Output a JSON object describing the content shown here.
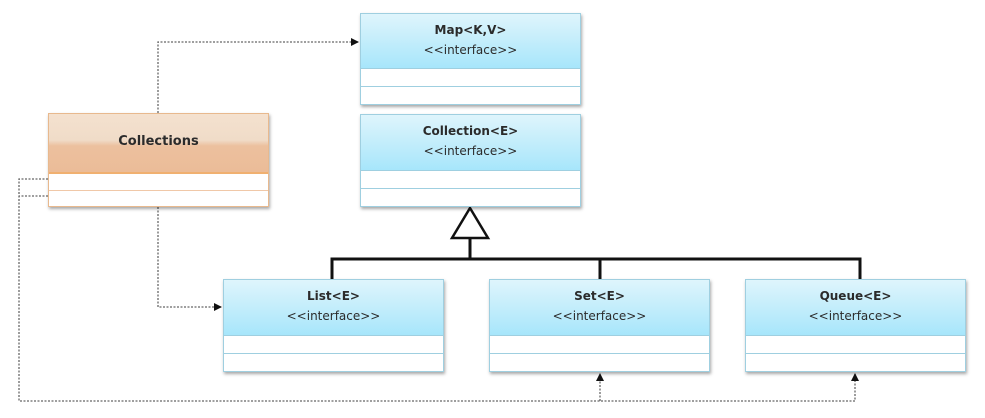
{
  "diagram": {
    "type": "UML class diagram",
    "classes": {
      "map": {
        "name": "Map<K,V>",
        "stereotype": "<<interface>>"
      },
      "collection": {
        "name": "Collection<E>",
        "stereotype": "<<interface>>"
      },
      "collections": {
        "name": "Collections"
      },
      "list": {
        "name": "List<E>",
        "stereotype": "<<interface>>"
      },
      "set": {
        "name": "Set<E>",
        "stereotype": "<<interface>>"
      },
      "queue": {
        "name": "Queue<E>",
        "stereotype": "<<interface>>"
      }
    },
    "relationships": [
      {
        "from": "Collections",
        "to": "Map<K,V>",
        "kind": "dependency"
      },
      {
        "from": "Collections",
        "to": "List<E>",
        "kind": "dependency"
      },
      {
        "from": "Collections",
        "to": "Set<E>",
        "kind": "dependency"
      },
      {
        "from": "Collections",
        "to": "Queue<E>",
        "kind": "dependency"
      },
      {
        "from": "List<E>",
        "to": "Collection<E>",
        "kind": "generalization"
      },
      {
        "from": "Set<E>",
        "to": "Collection<E>",
        "kind": "generalization"
      },
      {
        "from": "Queue<E>",
        "to": "Collection<E>",
        "kind": "generalization"
      }
    ],
    "colors": {
      "interface_fill": "#a7e6fb",
      "interface_border": "#9fcfe0",
      "class_fill": "#ebbc98",
      "class_border": "#e8b98e",
      "line": "#000000"
    }
  }
}
